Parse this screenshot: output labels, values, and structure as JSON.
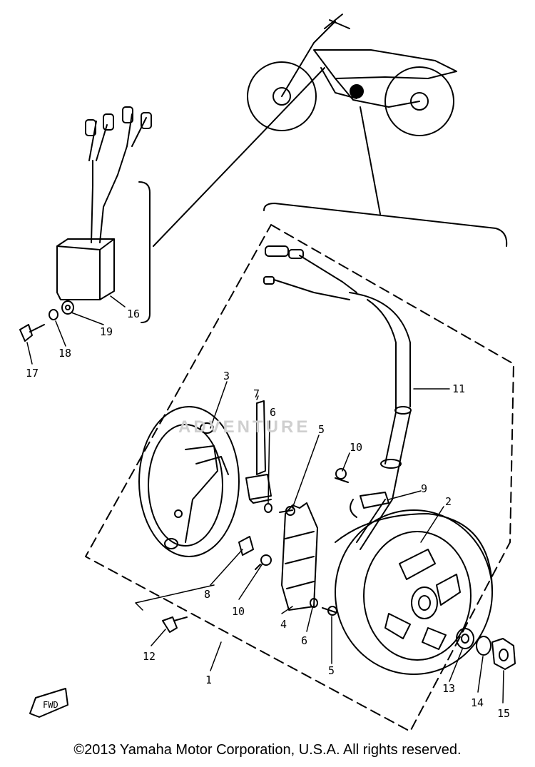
{
  "labels": {
    "p1": "1",
    "p2": "2",
    "p3": "3",
    "p4": "4",
    "p5a": "5",
    "p5b": "5",
    "p6a": "6",
    "p6b": "6",
    "p7": "7",
    "p8": "8",
    "p9": "9",
    "p10a": "10",
    "p10b": "10",
    "p11": "11",
    "p12": "12",
    "p13": "13",
    "p14": "14",
    "p15": "15",
    "p16": "16",
    "p17": "17",
    "p18": "18",
    "p19": "19"
  },
  "watermark": "ADVENTURE",
  "copyright": "©2013 Yamaha Motor Corporation, U.S.A. All rights reserved.",
  "fwd_mark": "FWD",
  "colors": {
    "ink": "#000000",
    "watermark": "#cfcfcf"
  }
}
